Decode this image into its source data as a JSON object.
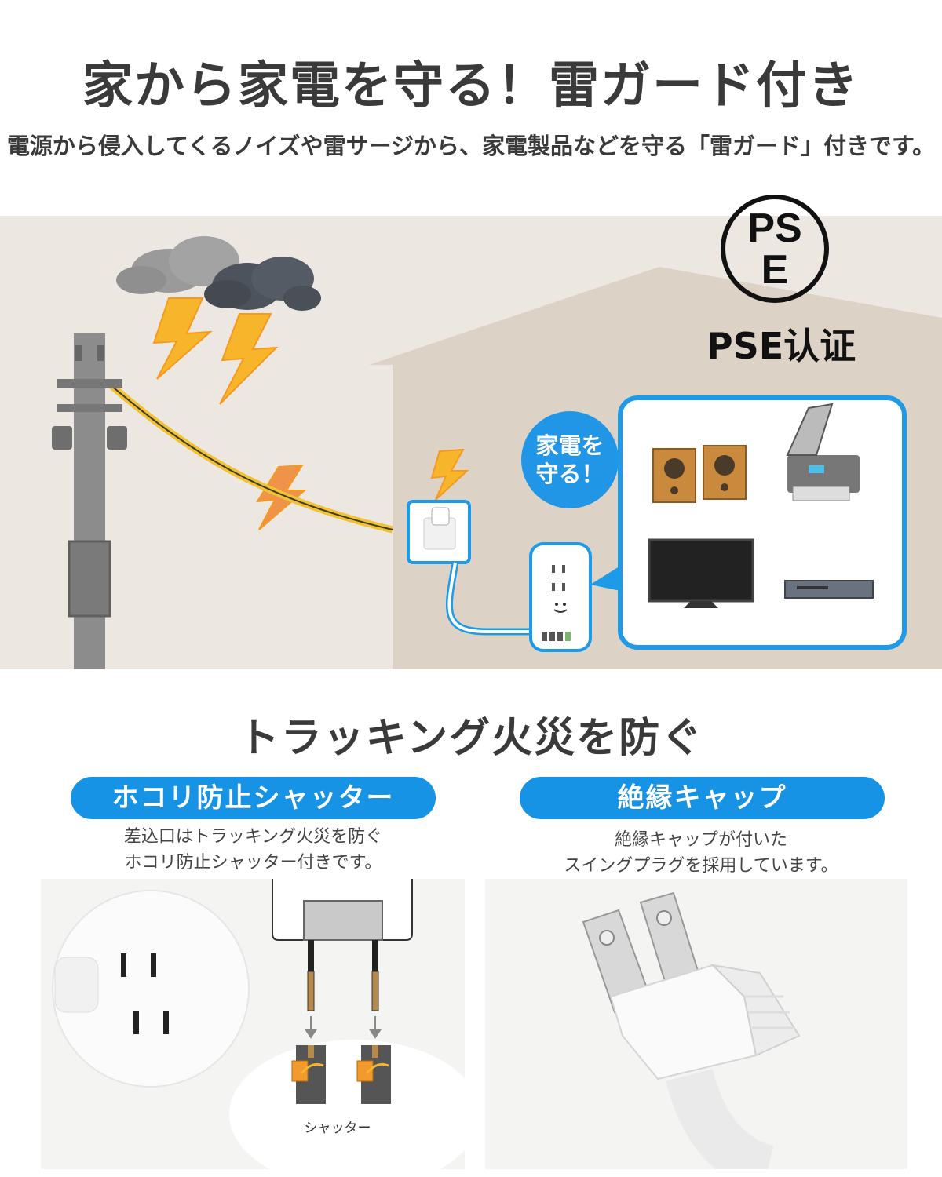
{
  "header": {
    "title": "家から家電を守る！雷ガード付き",
    "subtitle": "電源から侵入してくるノイズや雷サージから、家電製品などを守る「雷ガード」付きです。"
  },
  "scene": {
    "pse_mark_top": "PS",
    "pse_mark_bottom": "E",
    "pse_label": "PSE认证",
    "bubble_line1": "家電を",
    "bubble_line2": "守る！"
  },
  "section2": {
    "title": "トラッキング火災を防ぐ",
    "left": {
      "pill": "ホコリ防止シャッター",
      "desc_line1": "差込口はトラッキング火災を防ぐ",
      "desc_line2": "ホコリ防止シャッター付きです。",
      "shutter_label": "シャッター"
    },
    "right": {
      "pill": "絶縁キャップ",
      "desc_line1": "絶縁キャップが付いた",
      "desc_line2": "スイングプラグを採用しています。"
    }
  },
  "colors": {
    "accent_blue": "#1793e6",
    "lightning_yellow": "#f7b52c",
    "wall_beige": "#ece7e1"
  }
}
